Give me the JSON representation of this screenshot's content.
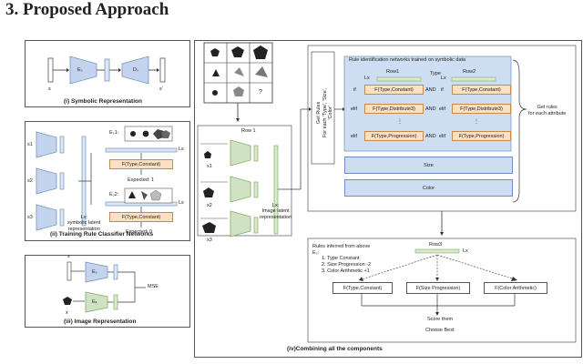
{
  "section_title": "3.  Proposed Approach",
  "panels": {
    "symbolic": {
      "caption": "(i) Symbolic Representation",
      "s": "s",
      "s_prime": "s'",
      "encoder": "Eₛ",
      "decoder": "Dₛ"
    },
    "training": {
      "caption": "(ii) Training Rule Classifier Networks",
      "s1": "s1",
      "s2": "s2",
      "s3": "s3",
      "ls": "Ls",
      "ls_desc": "Ls:\nsymbolic latent\nrepresentation",
      "es1": "Eₛ1:",
      "es2": "Eₛ2:",
      "f_type_constant": "F(Type,Constant)",
      "expected1": "Expected: 1",
      "expected0": "Expected: 0"
    },
    "image": {
      "caption": "(iii) Image Representation",
      "s": "s",
      "x": "x",
      "mse": "MSE",
      "es": "Eₛ",
      "ex": "Eₓ"
    },
    "combining": {
      "caption": "(iv)Combining all the components",
      "row1": "Row 1",
      "x1": "x1",
      "x2": "x2",
      "x3": "x3",
      "lx_desc": "Lx:\nImage latent\nrepresentation",
      "get_rules_vertical": "Get Rules\nFor each 'Type', 'Size',\n'Color'",
      "rule_header": "Rule identification networks trained on symbolic data",
      "row1_label": "Row1",
      "type_label": "Type",
      "row2_label": "Row2",
      "lx": "Lx",
      "rule_rows": [
        {
          "kw": "if",
          "left": "F(Type,Constant)",
          "and": "AND",
          "kw2": "if",
          "right": "F(Type,Constant)"
        },
        {
          "kw": "elif",
          "left": "F(Type,Distribute3)",
          "and": "AND",
          "kw2": "elif",
          "right": "F(Type,Distribute3)"
        },
        {
          "kw": "elif",
          "left": "F(Type,Progression)",
          "and": "AND",
          "kw2": "elif",
          "right": "F(Type,Progression)"
        }
      ],
      "size_label": "Size",
      "color_label": "Color",
      "get_rules_each": "Get rules\nfor each attribute",
      "rules_inferred": "Rules inferred from above\nEₛ:",
      "rule_list": [
        "1. Type Constant",
        "2. Size Progression -2",
        "3. Color Arithmetic +1"
      ],
      "row3": "Row3",
      "candidates": [
        "F(Type,Constant)",
        "F(Size Progression)",
        "F(Color Arithmetic)"
      ],
      "score_them": "Score them",
      "choose_best": "Choose Best",
      "question_mark": "?"
    }
  },
  "colors": {
    "blue_trap": "#c5d4ee",
    "green_trap": "#cfe3c2",
    "orange_box": "#fbe0c2",
    "blue_box": "#cdddf2"
  }
}
